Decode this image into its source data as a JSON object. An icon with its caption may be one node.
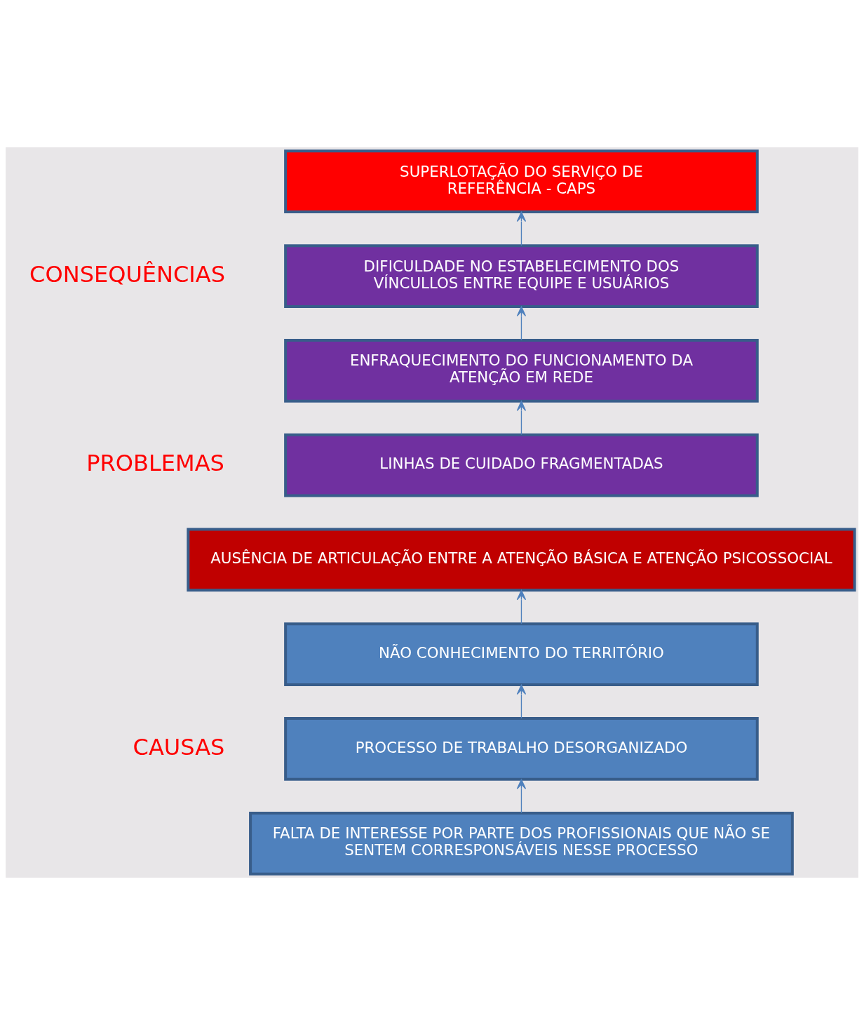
{
  "diagram": {
    "nodes": [
      {
        "text": [
          "SUPERLOTAÇÃO DO SERVIÇO DE REFERÊNCIA - CAPS"
        ]
      },
      {
        "text": [
          "DIFICULDADE NO ESTABELECIMENTO DOS VÍNCULLOS ENTRE EQUIPE E USUÁRIOS"
        ]
      },
      {
        "text": [
          "ENFRAQUECIMENTO DO FUNCIONAMENTO DA ATENÇÃO EM REDE"
        ]
      },
      {
        "text": [
          "LINHAS DE CUIDADO FRAGMENTADAS"
        ]
      },
      {
        "text": [
          "AUSÊNCIA DE ARTICULAÇÃO ENTRE A ATENÇÃO BÁSICA E ATENÇÃO PSICOSSOCIAL"
        ]
      },
      {
        "text": [
          "NÃO CONHECIMENTO DO TERRITÓRIO"
        ]
      },
      {
        "text": [
          "PROCESSO DE TRABALHO DESORGANIZADO"
        ]
      },
      {
        "text": [
          "FALTA DE INTERESSE POR PARTE DOS PROFISSIONAIS QUE NÃO SE SENTEM CORRESPONSÁVEIS NESSE PROCESSO"
        ]
      }
    ],
    "edges": [
      {
        "from": 1,
        "to": 0,
        "arrow": "to"
      },
      {
        "from": 2,
        "to": 1,
        "arrow": "to"
      },
      {
        "from": 3,
        "to": 2,
        "arrow": "to"
      },
      {
        "from": 5,
        "to": 4,
        "arrow": "to"
      },
      {
        "from": 6,
        "to": 5,
        "arrow": "to"
      },
      {
        "from": 7,
        "to": 6,
        "arrow": "to"
      }
    ],
    "labels": [
      "CONSEQUÊNCIAS",
      "PROBLEMAS",
      "CAUSAS"
    ]
  }
}
